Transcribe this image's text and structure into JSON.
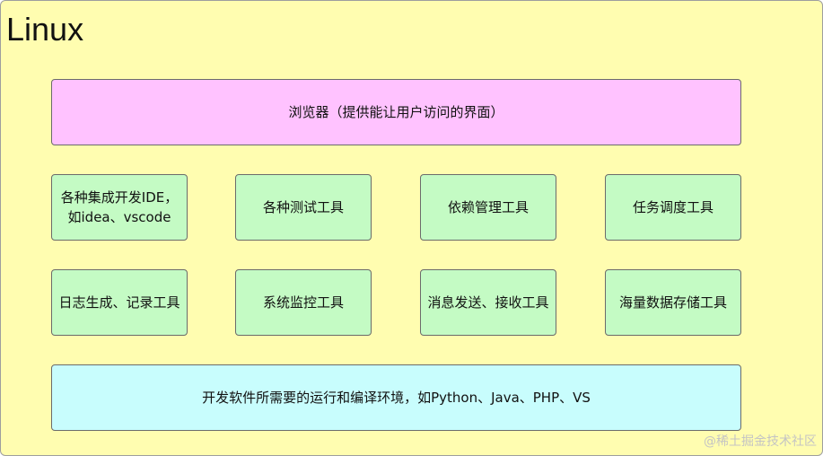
{
  "title": "Linux",
  "browser": "浏览器（提供能让用户访问的界面）",
  "tools_row1": [
    "各种集成开发IDE，如idea、vscode",
    "各种测试工具",
    "依赖管理工具",
    "任务调度工具"
  ],
  "tools_row2": [
    "日志生成、记录工具",
    "系统监控工具",
    "消息发送、接收工具",
    "海量数据存储工具"
  ],
  "runtime": "开发软件所需要的运行和编译环境，如Python、Java、PHP、VS",
  "watermark": "@稀土掘金技术社区",
  "colors": {
    "background": "#fffdb0",
    "browser_box": "#ffc2ff",
    "tool_box": "#c4fbc4",
    "runtime_box": "#c8fdfd"
  }
}
